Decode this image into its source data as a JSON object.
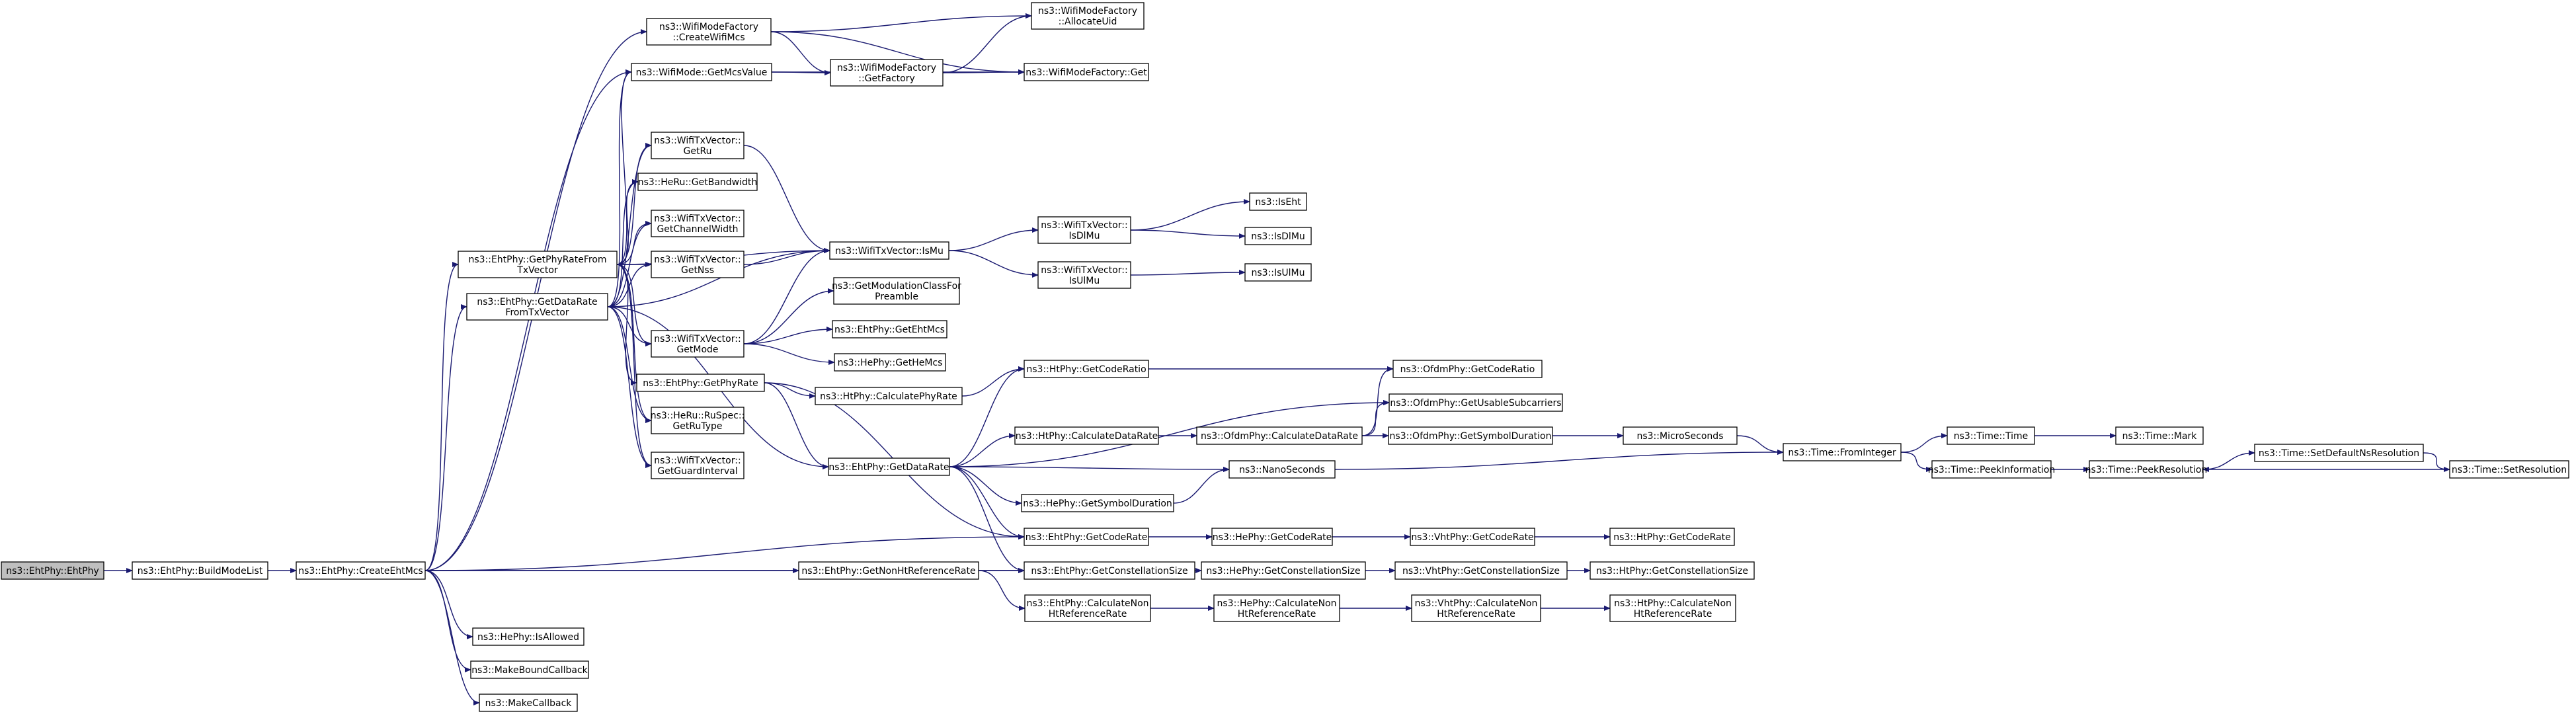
{
  "colors": {
    "edge": "#191970",
    "node_border": "#000000",
    "root_fill": "#bfbfbf",
    "node_fill": "#ffffff"
  },
  "nodes": {
    "ehtphy": {
      "lines": [
        "ns3::EhtPhy::EhtPhy"
      ],
      "root": true
    },
    "buildmodelist": {
      "lines": [
        "ns3::EhtPhy::BuildModeList"
      ]
    },
    "createehtmcs": {
      "lines": [
        "ns3::EhtPhy::CreateEhtMcs"
      ]
    },
    "getphyratefromtxvector": {
      "lines": [
        "ns3::EhtPhy::GetPhyRateFrom",
        "TxVector"
      ]
    },
    "getdataratefromtxvector": {
      "lines": [
        "ns3::EhtPhy::GetDataRate",
        "FromTxVector"
      ]
    },
    "getphyrate": {
      "lines": [
        "ns3::EhtPhy::GetPhyRate"
      ]
    },
    "getdatarate": {
      "lines": [
        "ns3::EhtPhy::GetDataRate"
      ]
    },
    "getnonhtreferencerate": {
      "lines": [
        "ns3::EhtPhy::GetNonHtReferenceRate"
      ]
    },
    "hephy_isallowed": {
      "lines": [
        "ns3::HePhy::IsAllowed"
      ]
    },
    "makeboundcallback": {
      "lines": [
        "ns3::MakeBoundCallback"
      ]
    },
    "makecallback": {
      "lines": [
        "ns3::MakeCallback"
      ]
    },
    "createwifimcs": {
      "lines": [
        "ns3::WifiModeFactory",
        "::CreateWifiMcs"
      ]
    },
    "getmcsvalue": {
      "lines": [
        "ns3::WifiMode::GetMcsValue"
      ]
    },
    "allocateuid": {
      "lines": [
        "ns3::WifiModeFactory",
        "::AllocateUid"
      ]
    },
    "getfactory": {
      "lines": [
        "ns3::WifiModeFactory",
        "::GetFactory"
      ]
    },
    "wmf_get": {
      "lines": [
        "ns3::WifiModeFactory::Get"
      ]
    },
    "getru": {
      "lines": [
        "ns3::WifiTxVector::",
        "GetRu"
      ]
    },
    "getbandwidth": {
      "lines": [
        "ns3::HeRu::GetBandwidth"
      ]
    },
    "getchannelwidth": {
      "lines": [
        "ns3::WifiTxVector::",
        "GetChannelWidth"
      ]
    },
    "getnss": {
      "lines": [
        "ns3::WifiTxVector::",
        "GetNss"
      ]
    },
    "getmode": {
      "lines": [
        "ns3::WifiTxVector::",
        "GetMode"
      ]
    },
    "getrutype": {
      "lines": [
        "ns3::HeRu::RuSpec::",
        "GetRuType"
      ]
    },
    "getguardinterval": {
      "lines": [
        "ns3::WifiTxVector::",
        "GetGuardInterval"
      ]
    },
    "ismu": {
      "lines": [
        "ns3::WifiTxVector::IsMu"
      ]
    },
    "getmodclass": {
      "lines": [
        "ns3::GetModulationClassFor",
        "Preamble"
      ]
    },
    "getehtmcs": {
      "lines": [
        "ns3::EhtPhy::GetEhtMcs"
      ]
    },
    "gethemcs": {
      "lines": [
        "ns3::HePhy::GetHeMcs"
      ]
    },
    "isdlmu": {
      "lines": [
        "ns3::WifiTxVector::",
        "IsDlMu"
      ]
    },
    "isulmu": {
      "lines": [
        "ns3::WifiTxVector::",
        "IsUlMu"
      ]
    },
    "iseht": {
      "lines": [
        "ns3::IsEht"
      ]
    },
    "isdlmu2": {
      "lines": [
        "ns3::IsDlMu"
      ]
    },
    "isulmu2": {
      "lines": [
        "ns3::IsUlMu"
      ]
    },
    "htphy_calcphyrate": {
      "lines": [
        "ns3::HtPhy::CalculatePhyRate"
      ]
    },
    "htphy_getcoderatio": {
      "lines": [
        "ns3::HtPhy::GetCodeRatio"
      ]
    },
    "ofdm_getcoderatio": {
      "lines": [
        "ns3::OfdmPhy::GetCodeRatio"
      ]
    },
    "ofdm_getusable": {
      "lines": [
        "ns3::OfdmPhy::GetUsableSubcarriers"
      ]
    },
    "htphy_calcdatarate": {
      "lines": [
        "ns3::HtPhy::CalculateDataRate"
      ]
    },
    "ofdm_calcdatarate": {
      "lines": [
        "ns3::OfdmPhy::CalculateDataRate"
      ]
    },
    "ofdm_getsymdur": {
      "lines": [
        "ns3::OfdmPhy::GetSymbolDuration"
      ]
    },
    "microseconds": {
      "lines": [
        "ns3::MicroSeconds"
      ]
    },
    "nanoseconds": {
      "lines": [
        "ns3::NanoSeconds"
      ]
    },
    "hephy_getsymdur": {
      "lines": [
        "ns3::HePhy::GetSymbolDuration"
      ]
    },
    "fromint": {
      "lines": [
        "ns3::Time::FromInteger"
      ]
    },
    "time_time": {
      "lines": [
        "ns3::Time::Time"
      ]
    },
    "time_mark": {
      "lines": [
        "ns3::Time::Mark"
      ]
    },
    "peekinfo": {
      "lines": [
        "ns3::Time::PeekInformation"
      ]
    },
    "peekres": {
      "lines": [
        "ns3::Time::PeekResolution"
      ]
    },
    "setdefnsres": {
      "lines": [
        "ns3::Time::SetDefaultNsResolution"
      ]
    },
    "setres": {
      "lines": [
        "ns3::Time::SetResolution"
      ]
    },
    "eht_getcoderate": {
      "lines": [
        "ns3::EhtPhy::GetCodeRate"
      ]
    },
    "he_getcoderate": {
      "lines": [
        "ns3::HePhy::GetCodeRate"
      ]
    },
    "vht_getcoderate": {
      "lines": [
        "ns3::VhtPhy::GetCodeRate"
      ]
    },
    "ht_getcoderate": {
      "lines": [
        "ns3::HtPhy::GetCodeRate"
      ]
    },
    "eht_getconst": {
      "lines": [
        "ns3::EhtPhy::GetConstellationSize"
      ]
    },
    "he_getconst": {
      "lines": [
        "ns3::HePhy::GetConstellationSize"
      ]
    },
    "vht_getconst": {
      "lines": [
        "ns3::VhtPhy::GetConstellationSize"
      ]
    },
    "ht_getconst": {
      "lines": [
        "ns3::HtPhy::GetConstellationSize"
      ]
    },
    "eht_calcnonht": {
      "lines": [
        "ns3::EhtPhy::CalculateNon",
        "HtReferenceRate"
      ]
    },
    "he_calcnonht": {
      "lines": [
        "ns3::HePhy::CalculateNon",
        "HtReferenceRate"
      ]
    },
    "vht_calcnonht": {
      "lines": [
        "ns3::VhtPhy::CalculateNon",
        "HtReferenceRate"
      ]
    },
    "ht_calcnonht": {
      "lines": [
        "ns3::HtPhy::CalculateNon",
        "HtReferenceRate"
      ]
    }
  },
  "edges": [
    [
      "ehtphy",
      "buildmodelist"
    ],
    [
      "buildmodelist",
      "createehtmcs"
    ],
    [
      "createehtmcs",
      "createwifimcs"
    ],
    [
      "createehtmcs",
      "getmcsvalue"
    ],
    [
      "createehtmcs",
      "getphyratefromtxvector"
    ],
    [
      "createehtmcs",
      "getdataratefromtxvector"
    ],
    [
      "createehtmcs",
      "getnonhtreferencerate"
    ],
    [
      "createehtmcs",
      "eht_getcoderate"
    ],
    [
      "createehtmcs",
      "eht_getconst"
    ],
    [
      "createehtmcs",
      "hephy_isallowed"
    ],
    [
      "createehtmcs",
      "makeboundcallback"
    ],
    [
      "createehtmcs",
      "makecallback"
    ],
    [
      "createwifimcs",
      "allocateuid"
    ],
    [
      "createwifimcs",
      "getfactory"
    ],
    [
      "createwifimcs",
      "wmf_get"
    ],
    [
      "getmcsvalue",
      "getfactory"
    ],
    [
      "getmcsvalue",
      "wmf_get"
    ],
    [
      "getfactory",
      "allocateuid"
    ],
    [
      "getfactory",
      "wmf_get"
    ],
    [
      "getphyratefromtxvector",
      "getmcsvalue"
    ],
    [
      "getphyratefromtxvector",
      "getru"
    ],
    [
      "getphyratefromtxvector",
      "getbandwidth"
    ],
    [
      "getphyratefromtxvector",
      "getchannelwidth"
    ],
    [
      "getphyratefromtxvector",
      "getnss"
    ],
    [
      "getphyratefromtxvector",
      "getmode"
    ],
    [
      "getphyratefromtxvector",
      "ismu"
    ],
    [
      "getphyratefromtxvector",
      "getphyrate"
    ],
    [
      "getphyratefromtxvector",
      "getrutype"
    ],
    [
      "getphyratefromtxvector",
      "getguardinterval"
    ],
    [
      "getdataratefromtxvector",
      "getmcsvalue"
    ],
    [
      "getdataratefromtxvector",
      "getru"
    ],
    [
      "getdataratefromtxvector",
      "getbandwidth"
    ],
    [
      "getdataratefromtxvector",
      "getchannelwidth"
    ],
    [
      "getdataratefromtxvector",
      "getnss"
    ],
    [
      "getdataratefromtxvector",
      "getmode"
    ],
    [
      "getdataratefromtxvector",
      "ismu"
    ],
    [
      "getdataratefromtxvector",
      "getdatarate"
    ],
    [
      "getdataratefromtxvector",
      "getrutype"
    ],
    [
      "getdataratefromtxvector",
      "getguardinterval"
    ],
    [
      "getru",
      "ismu"
    ],
    [
      "getnss",
      "ismu"
    ],
    [
      "getmode",
      "ismu"
    ],
    [
      "getmode",
      "getmodclass"
    ],
    [
      "getmode",
      "getehtmcs"
    ],
    [
      "getmode",
      "gethemcs"
    ],
    [
      "ismu",
      "isdlmu"
    ],
    [
      "ismu",
      "isulmu"
    ],
    [
      "isdlmu",
      "iseht"
    ],
    [
      "isdlmu",
      "isdlmu2"
    ],
    [
      "isulmu",
      "isulmu2"
    ],
    [
      "getphyrate",
      "htphy_calcphyrate"
    ],
    [
      "getphyrate",
      "getdatarate"
    ],
    [
      "getphyrate",
      "eht_getcoderate"
    ],
    [
      "htphy_calcphyrate",
      "htphy_getcoderatio"
    ],
    [
      "htphy_getcoderatio",
      "ofdm_getcoderatio"
    ],
    [
      "getdatarate",
      "htphy_getcoderatio"
    ],
    [
      "getdatarate",
      "ofdm_getusable"
    ],
    [
      "getdatarate",
      "htphy_calcdatarate"
    ],
    [
      "getdatarate",
      "nanoseconds"
    ],
    [
      "getdatarate",
      "hephy_getsymdur"
    ],
    [
      "getdatarate",
      "eht_getcoderate"
    ],
    [
      "getdatarate",
      "eht_getconst"
    ],
    [
      "htphy_calcdatarate",
      "ofdm_calcdatarate"
    ],
    [
      "ofdm_calcdatarate",
      "ofdm_getcoderatio"
    ],
    [
      "ofdm_calcdatarate",
      "ofdm_getusable"
    ],
    [
      "ofdm_calcdatarate",
      "ofdm_getsymdur"
    ],
    [
      "ofdm_getsymdur",
      "microseconds"
    ],
    [
      "microseconds",
      "fromint"
    ],
    [
      "nanoseconds",
      "fromint"
    ],
    [
      "hephy_getsymdur",
      "nanoseconds"
    ],
    [
      "fromint",
      "time_time"
    ],
    [
      "fromint",
      "peekinfo"
    ],
    [
      "time_time",
      "time_mark"
    ],
    [
      "peekinfo",
      "peekres"
    ],
    [
      "peekres",
      "setdefnsres"
    ],
    [
      "setdefnsres",
      "setres"
    ],
    [
      "setres",
      "peekres"
    ],
    [
      "eht_getcoderate",
      "he_getcoderate"
    ],
    [
      "he_getcoderate",
      "vht_getcoderate"
    ],
    [
      "vht_getcoderate",
      "ht_getcoderate"
    ],
    [
      "eht_getconst",
      "he_getconst"
    ],
    [
      "he_getconst",
      "vht_getconst"
    ],
    [
      "vht_getconst",
      "ht_getconst"
    ],
    [
      "getnonhtreferencerate",
      "eht_getconst"
    ],
    [
      "getnonhtreferencerate",
      "eht_calcnonht"
    ],
    [
      "eht_calcnonht",
      "he_calcnonht"
    ],
    [
      "he_calcnonht",
      "vht_calcnonht"
    ],
    [
      "vht_calcnonht",
      "ht_calcnonht"
    ]
  ]
}
